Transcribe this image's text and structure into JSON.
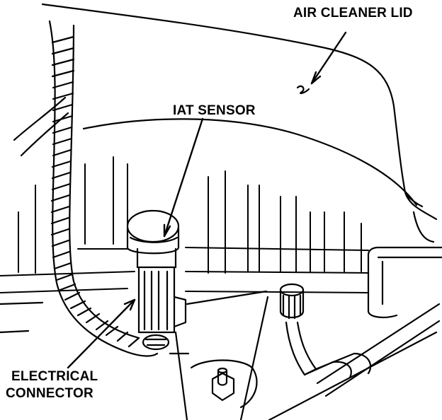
{
  "labels": {
    "air_cleaner_lid": "AIR CLEANER LID",
    "iat_sensor": "IAT SENSOR",
    "electrical_connector_line1": "ELECTRICAL",
    "electrical_connector_line2": "CONNECTOR"
  },
  "colors": {
    "ink": "#000000",
    "paper": "#ffffff"
  }
}
